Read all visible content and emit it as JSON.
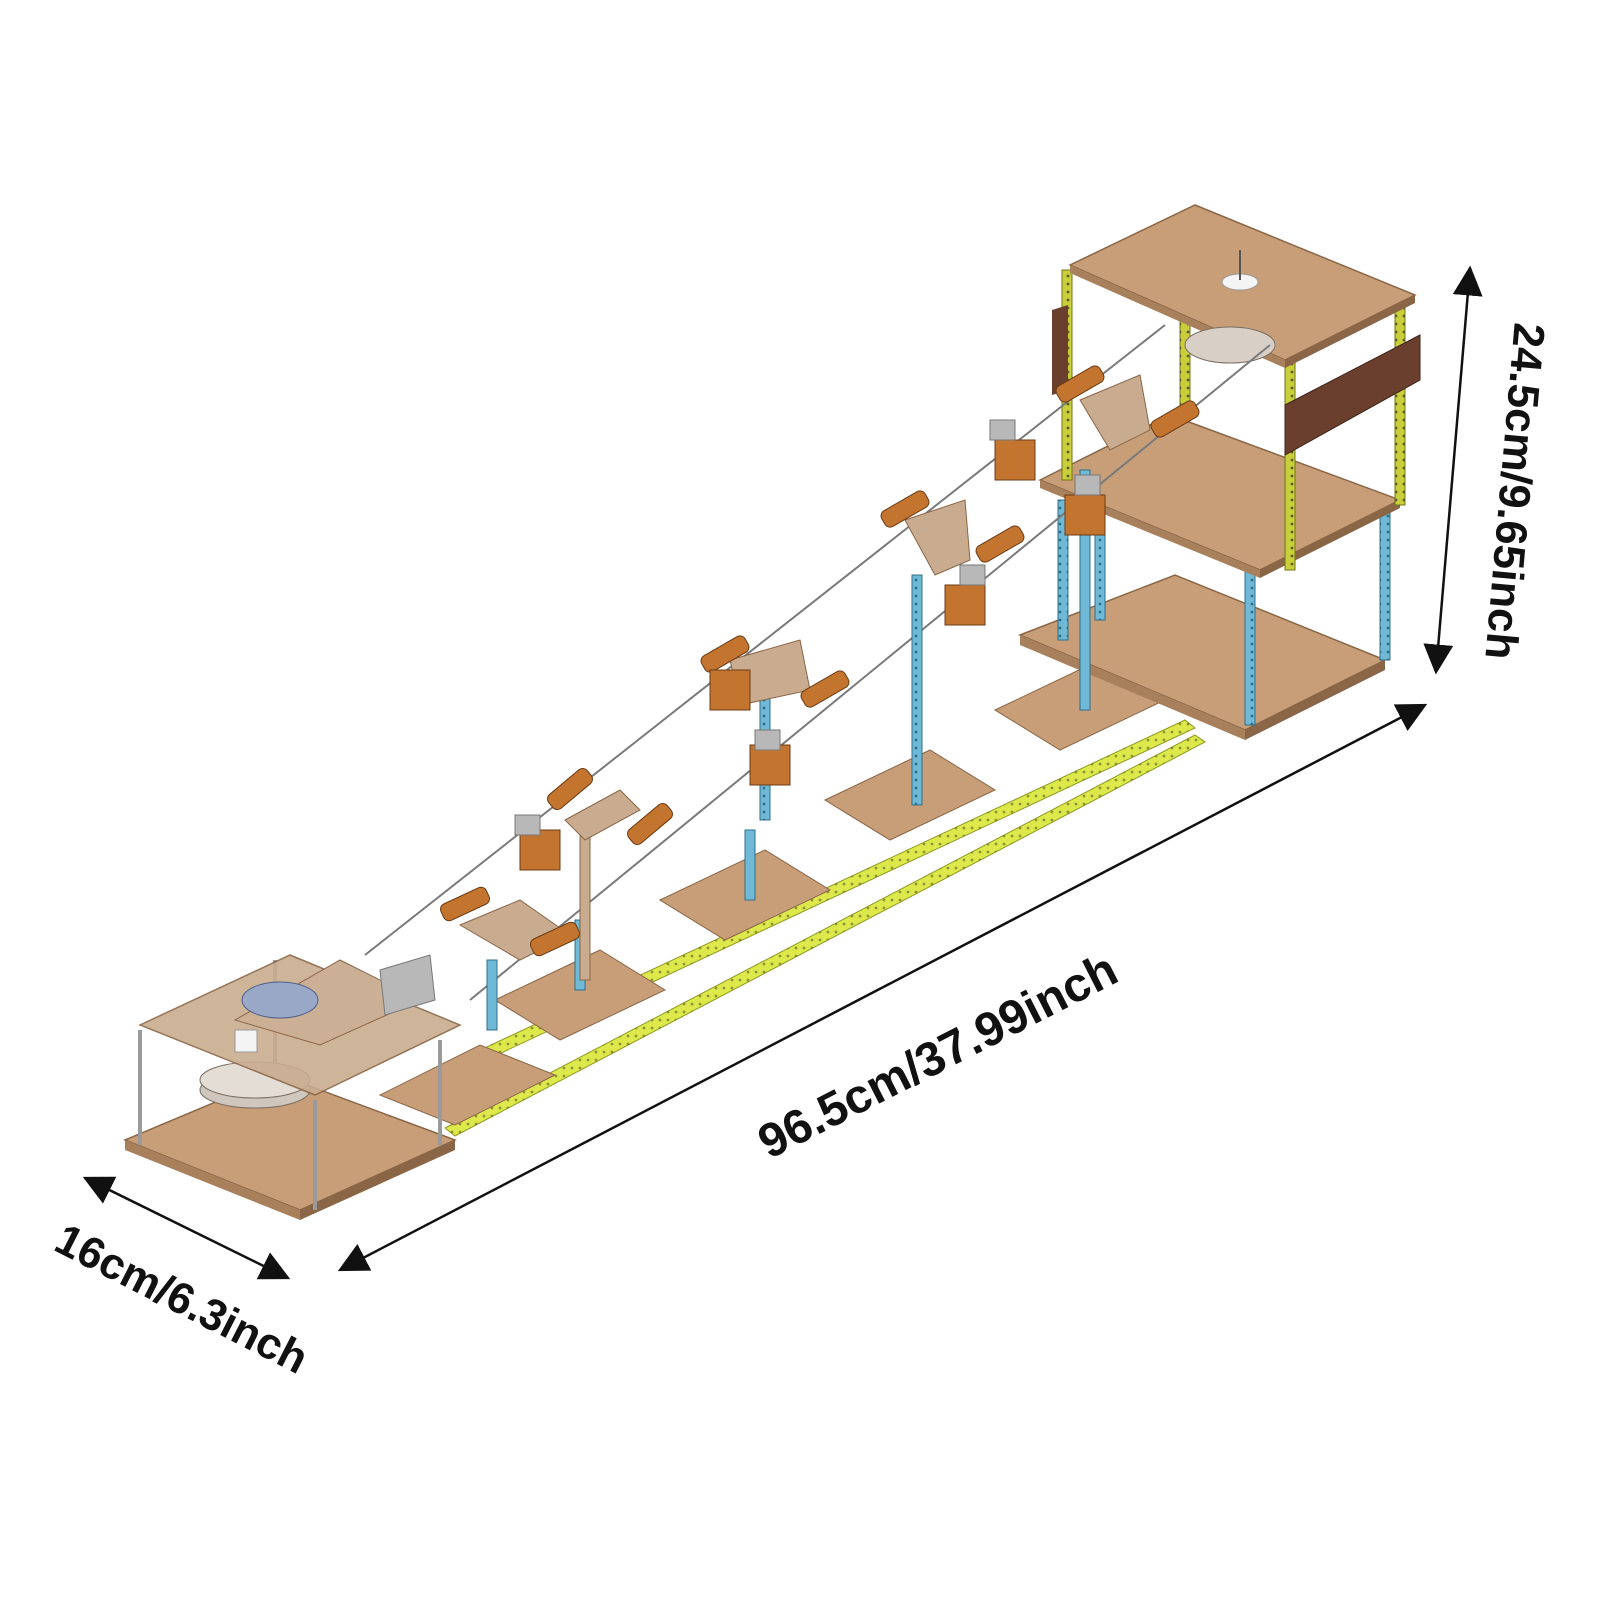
{
  "diagram": {
    "subject": "cable car model dimensions",
    "dimensions": {
      "length": "96.5cm/37.99inch",
      "width": "16cm/6.3inch",
      "height": "24.5cm/9.65inch"
    },
    "colors": {
      "wood": "#c89e78",
      "wood_dark": "#a9805c",
      "wood_edge": "#8a6646",
      "brown_panel": "#6b3f2e",
      "yellow_post": "#c9cf3a",
      "yellow_rail": "#dde84a",
      "blue_post": "#6fb8d6",
      "silver": "#b8b8b8",
      "bracket": "#8aa1c4",
      "roller": "#c3742f",
      "cable": "#7a7a7a",
      "arrow": "#111111"
    }
  }
}
